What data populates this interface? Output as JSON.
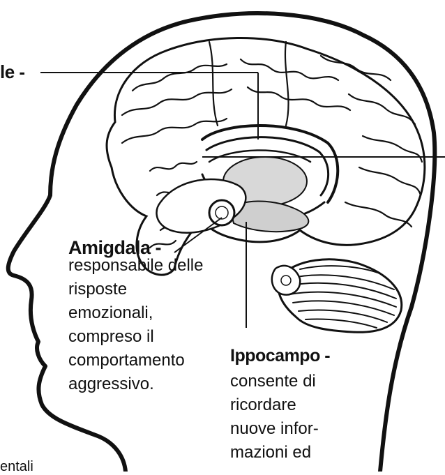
{
  "labels": {
    "top_left_fragment": "le -",
    "amigdala": {
      "title": "Amigdala -",
      "lines": [
        "responsabile delle",
        "risposte",
        "emozionali,",
        "compreso il",
        "comportamento",
        "aggressivo."
      ]
    },
    "ippocampo": {
      "title": "Ippocampo -",
      "lines": [
        "consente di",
        "ricordare",
        "nuove infor-",
        "mazioni ed"
      ]
    },
    "bottom_left_fragment": "entali"
  },
  "colors": {
    "ink": "#111111",
    "background": "#ffffff"
  }
}
